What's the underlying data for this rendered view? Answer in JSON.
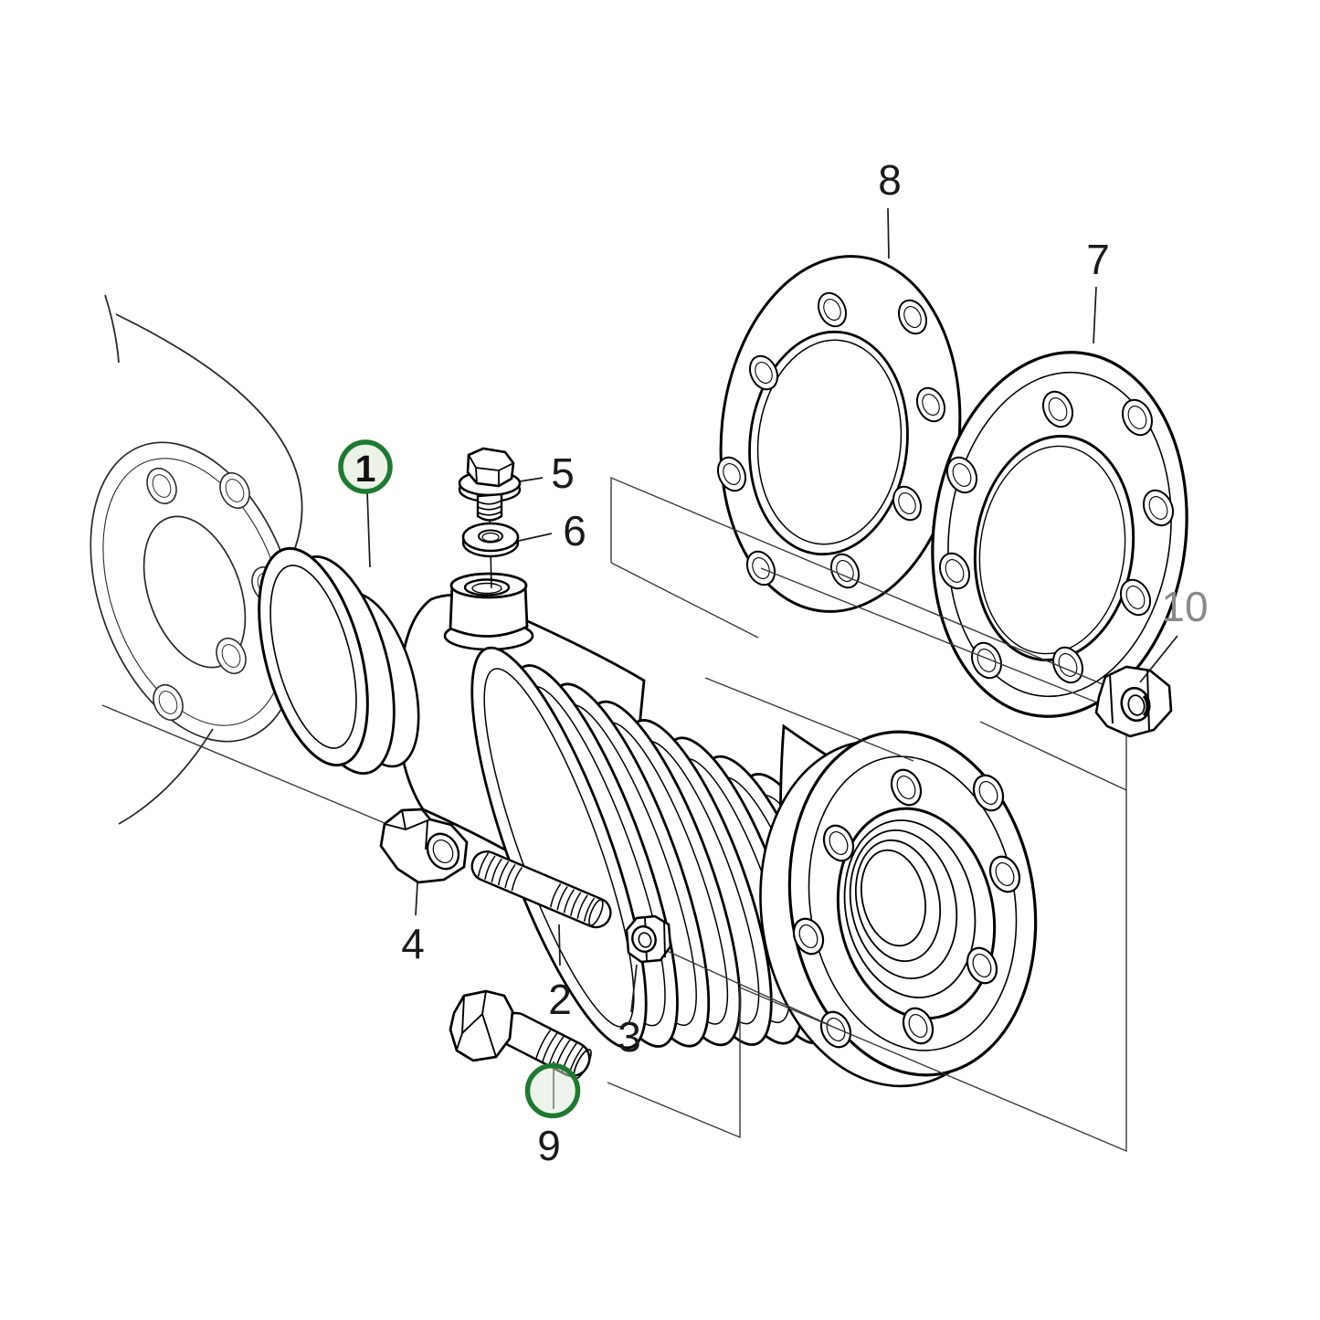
{
  "diagram": {
    "type": "exploded-parts-diagram",
    "subject": "flexible exhaust bellows coupling with flanges and fasteners",
    "background_color": "#ffffff",
    "line_color": "#000000",
    "thin_line_color": "#3a3a3a",
    "label_color": "#1a1a1a",
    "muted_label_color": "#8a8a8a",
    "highlight_ring_color": "#1e7a30",
    "highlight_fill_color": "#edf2e9",
    "highlight_fill_translucent": "#dcead8",
    "labels": {
      "n1": "1",
      "n2": "2",
      "n3": "3",
      "n4": "4",
      "n5": "5",
      "n6": "6",
      "n7": "7",
      "n8": "8",
      "n9": "9",
      "n10": "10"
    },
    "callouts": [
      {
        "number": "1",
        "part": "bellows-assembly",
        "highlighted": true,
        "style": "green-circled"
      },
      {
        "number": "2",
        "part": "threaded-stud",
        "highlighted": false,
        "style": "plain"
      },
      {
        "number": "3",
        "part": "hex-nut-small",
        "highlighted": false,
        "style": "plain"
      },
      {
        "number": "4",
        "part": "clamp-block",
        "highlighted": false,
        "style": "plain"
      },
      {
        "number": "5",
        "part": "flange-bolt",
        "highlighted": false,
        "style": "plain"
      },
      {
        "number": "6",
        "part": "washer",
        "highlighted": false,
        "style": "plain"
      },
      {
        "number": "7",
        "part": "flange",
        "highlighted": false,
        "style": "plain"
      },
      {
        "number": "8",
        "part": "gasket",
        "highlighted": false,
        "style": "plain"
      },
      {
        "number": "9",
        "part": "hex-bolt",
        "highlighted": true,
        "style": "green-circled-leader"
      },
      {
        "number": "10",
        "part": "hex-nut-large",
        "highlighted": false,
        "style": "muted"
      }
    ]
  }
}
